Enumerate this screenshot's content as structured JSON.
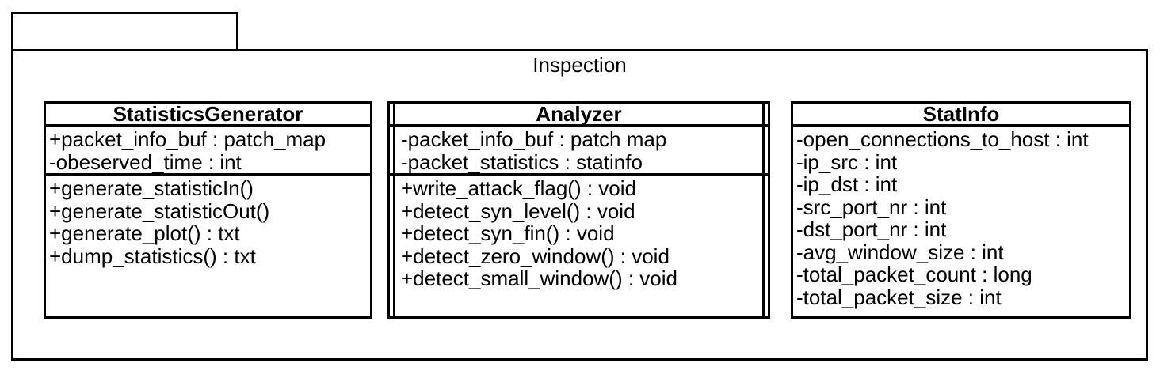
{
  "package": {
    "title": "Inspection"
  },
  "classes": [
    {
      "name": "StatisticsGenerator",
      "stereotype": "class",
      "attributes": [
        "+packet_info_buf : patch_map",
        "-obeserved_time : int"
      ],
      "methods": [
        "+generate_statisticIn()",
        "+generate_statisticOut()",
        "+generate_plot() : txt",
        "+dump_statistics() : txt"
      ]
    },
    {
      "name": "Analyzer",
      "stereotype": "active-class",
      "attributes": [
        "-packet_info_buf : patch map",
        "-packet_statistics : statinfo"
      ],
      "methods": [
        "+write_attack_flag() : void",
        "+detect_syn_level() : void",
        "+detect_syn_fin() : void",
        "+detect_zero_window() : void",
        "+detect_small_window() : void"
      ]
    },
    {
      "name": "StatInfo",
      "stereotype": "class",
      "attributes": [
        "-open_connections_to_host : int",
        "-ip_src : int",
        "-ip_dst : int",
        "-src_port_nr : int",
        "-dst_port_nr : int",
        "-avg_window_size : int",
        "-total_packet_count : long",
        "-total_packet_size : int"
      ],
      "methods": []
    }
  ],
  "colors": {
    "line": "#000000",
    "background": "#ffffff"
  }
}
